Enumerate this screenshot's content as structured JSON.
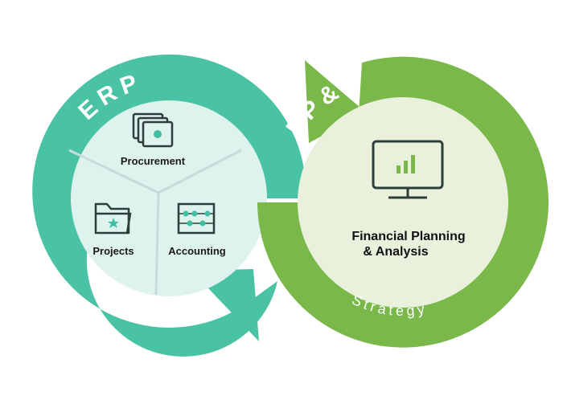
{
  "colors": {
    "erp_ring": "#49c3a4",
    "erp_center": "#def2ee",
    "fpa_ring": "#7ab84a",
    "fpa_center": "#e9f1dd",
    "icon_dark": "#2f3d3a",
    "icon_teal": "#3fbf9f",
    "icon_green": "#7ab84a"
  },
  "erp": {
    "title": "ERP",
    "subtitle": "Operations",
    "segments": {
      "top": {
        "label": "Procurement",
        "icon": "documents-stack-icon"
      },
      "left": {
        "label": "Projects",
        "icon": "folder-star-icon"
      },
      "right": {
        "label": "Accounting",
        "icon": "abacus-icon"
      }
    }
  },
  "fpa": {
    "title": "FP&A",
    "subtitle": "Strategy",
    "core": {
      "line1": "Financial Planning",
      "line2": "& Analysis",
      "icon": "monitor-chart-icon"
    }
  }
}
